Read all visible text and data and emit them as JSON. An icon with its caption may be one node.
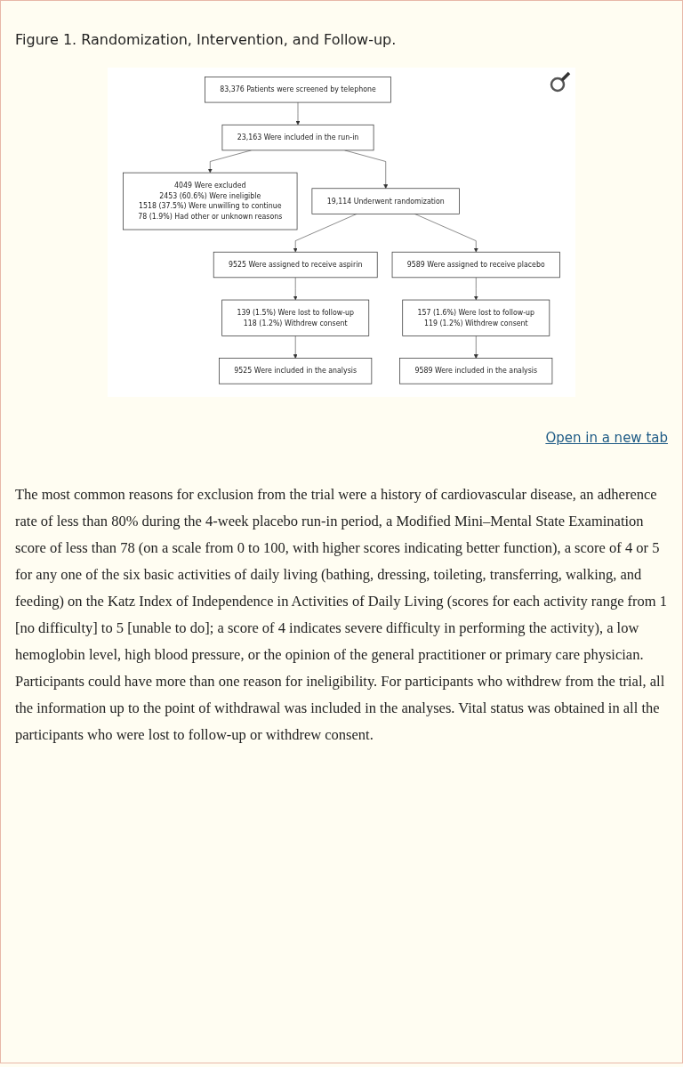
{
  "diagram": {
    "title": "Figure 1. Randomization, Intervention, and Follow-up.",
    "caption": "The most common reasons for exclusion from the trial were a history of cardiovascular disease, an adherence rate of less than 80% during the 4-week placebo run-in period, a Modified Mini–Mental State Examination score of less than 78 (on a scale from 0 to 100, with higher scores indicating better function), a score of 4 or 5 for any one of the six basic activities of daily living (bathing, dressing, toileting, transferring, walking, and feeding) on the Katz Index of Independence in Activities of Daily Living (scores for each activity range from 1 [no difficulty] to 5 [unable to do]; a score of 4 indicates severe difficulty in performing the activity), a low hemoglobin level, high blood pressure, or the opinion of the general practitioner or primary care physician. Participants could have more than one reason for ineligibility. For participants who withdrew from the trial, all the information up to the point of withdrawal was included in the analyses. Vital status was obtained in all the participants who were lost to follow-up or withdrew consent.",
    "nodes": [
      {
        "text": [
          "83,376 Patients were screened by telephone"
        ]
      },
      {
        "text": [
          "23,163 Were included in the run-in"
        ]
      },
      {
        "text": [
          "4049 Were excluded",
          "2453 (60.6%) Were ineligible",
          "1518 (37.5%) Were unwilling to continue",
          "78 (1.9%) Had other or unknown reasons"
        ]
      },
      {
        "text": [
          "19,114 Underwent randomization"
        ]
      },
      {
        "text": [
          "9525 Were assigned to receive aspirin"
        ]
      },
      {
        "text": [
          "9589 Were assigned to receive placebo"
        ]
      },
      {
        "text": [
          "139 (1.5%) Were lost to follow-up",
          "118 (1.2%) Withdrew consent"
        ]
      },
      {
        "text": [
          "157 (1.6%) Were lost to follow-up",
          "119 (1.2%) Withdrew consent"
        ]
      },
      {
        "text": [
          "9525 Were included in the analysis"
        ]
      },
      {
        "text": [
          "9589 Were included in the analysis"
        ]
      }
    ],
    "edges": [
      {
        "from": 0,
        "to": 1,
        "arrow": "to"
      },
      {
        "from": 1,
        "to": 2,
        "arrow": "to"
      },
      {
        "from": 1,
        "to": 3,
        "arrow": "to"
      },
      {
        "from": 3,
        "to": 4,
        "arrow": "to"
      },
      {
        "from": 3,
        "to": 5,
        "arrow": "to"
      },
      {
        "from": 4,
        "to": 6,
        "arrow": "to"
      },
      {
        "from": 5,
        "to": 7,
        "arrow": "to"
      },
      {
        "from": 6,
        "to": 8,
        "arrow": "to"
      },
      {
        "from": 7,
        "to": 9,
        "arrow": "to"
      }
    ],
    "labels": [
      "Open in a new tab"
    ]
  }
}
